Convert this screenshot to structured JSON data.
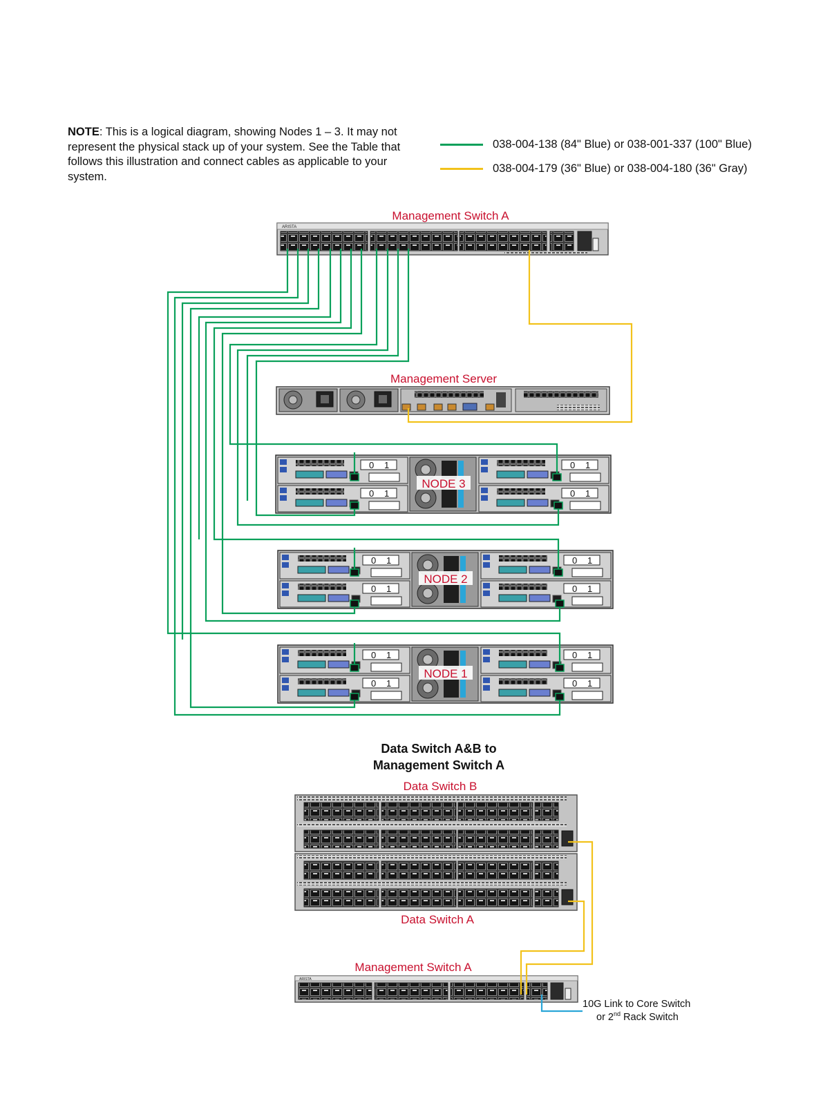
{
  "note": {
    "bold": "NOTE",
    "text": ":  This is a logical diagram, showing Nodes 1 – 3. It may not represent the physical stack up of your system. See the Table that follows this illustration and connect cables as applicable to your system."
  },
  "legend": [
    {
      "color": "#0aa05a",
      "label": "038-004-138 (84\" Blue) or 038-001-337 (100\" Blue)"
    },
    {
      "color": "#f2c21b",
      "label": "038-004-179 (36\" Blue) or 038-004-180 (36\" Gray)"
    }
  ],
  "labels": {
    "mgmt_switch_top": "Management Switch A",
    "mgmt_server": "Management Server",
    "node3": "NODE 3",
    "node2": "NODE 2",
    "node1": "NODE 1",
    "section_title_1": "Data Switch A&B to",
    "section_title_2": "Management Switch A",
    "data_switch_b": "Data Switch B",
    "data_switch_a": "Data Switch A",
    "mgmt_switch_bottom": "Management Switch A",
    "link_1": "10G Link to Core Switch",
    "link_2a": "or 2",
    "link_2sup": "nd",
    "link_2b": " Rack Switch"
  },
  "port_labels": {
    "zero": "0",
    "one": "1"
  },
  "colors": {
    "green": "#0aa05a",
    "yellow": "#f2c21b",
    "blue": "#2aa6d8",
    "red": "#c8102e"
  }
}
